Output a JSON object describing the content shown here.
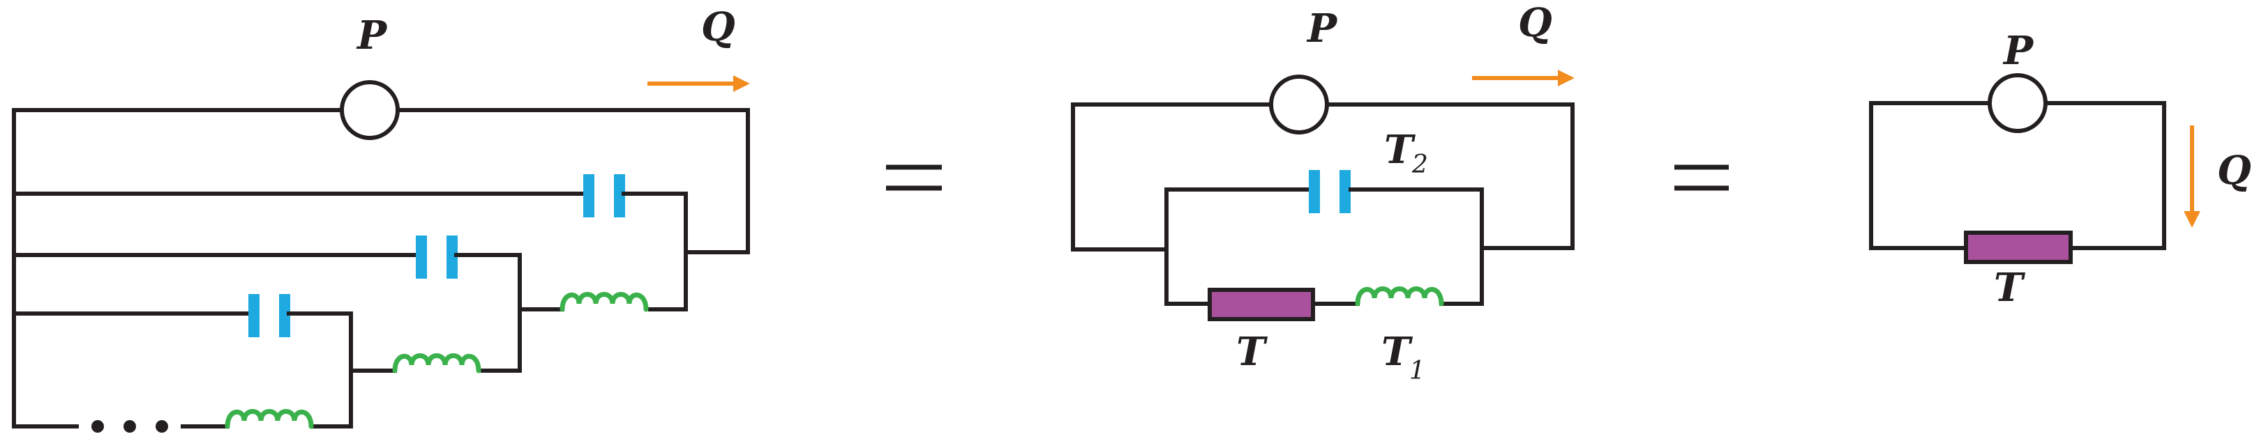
{
  "labels": {
    "source": "P",
    "flow": "Q",
    "element": "T",
    "t_main": "T",
    "t_sub": "",
    "t1_main": "T",
    "t1_sub": "1",
    "t2_main": "T",
    "t2_sub": "2"
  },
  "colors": {
    "wire": "#231f20",
    "capacitor": "#1fa9e1",
    "inductor": "#3ab14a",
    "resistor": "#a9519c",
    "arrow": "#f28c1e"
  },
  "icons": {
    "source": "circle",
    "capacitor": "parallel-plates",
    "inductor": "coil-loops",
    "resistor": "filled-rectangle",
    "flow": "arrow",
    "continuation": "ellipsis-dots",
    "equality": "equals-sign"
  }
}
